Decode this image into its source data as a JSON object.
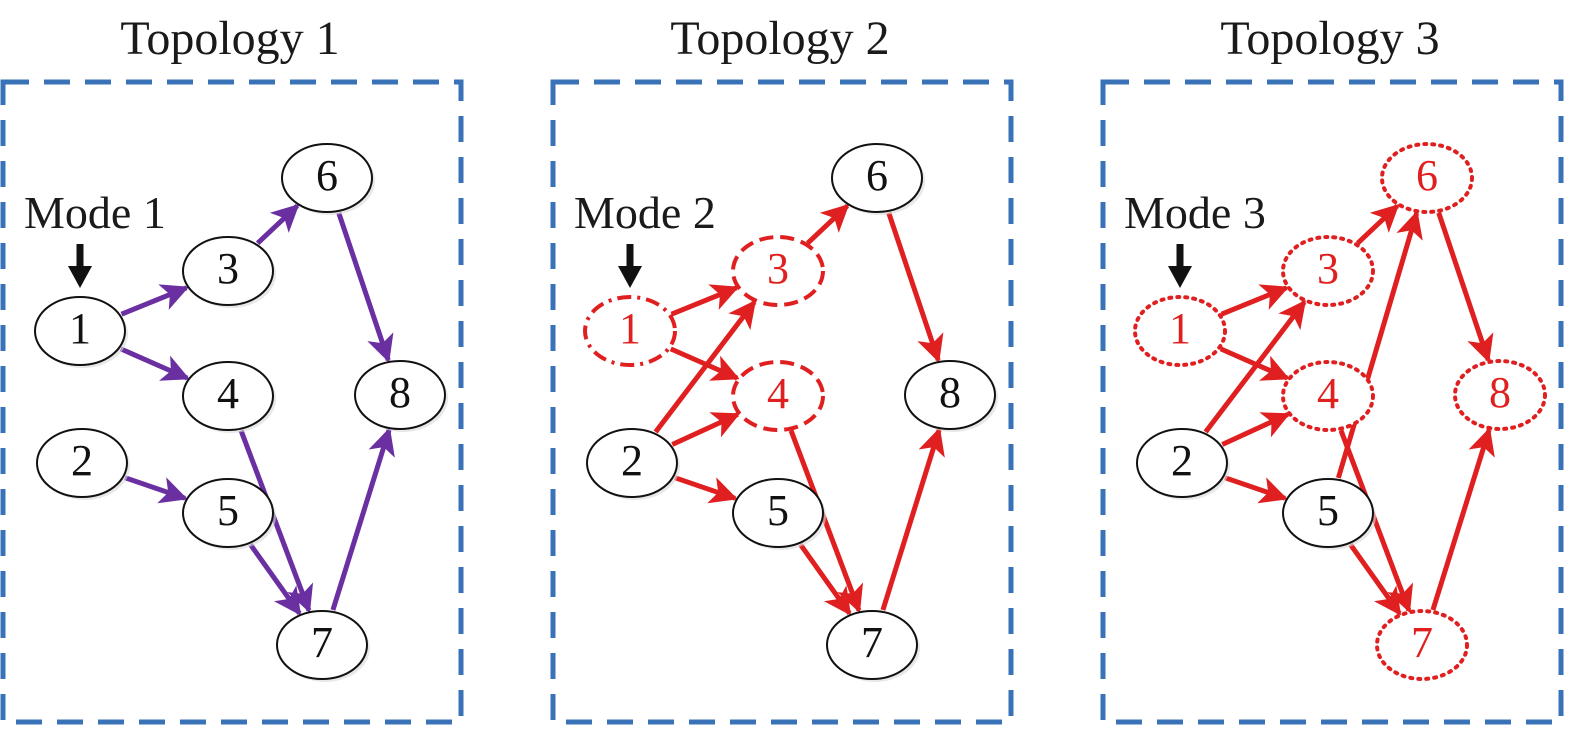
{
  "colors": {
    "frame": "#3a72b8",
    "purple": "#6a2fa0",
    "red": "#e02020",
    "black": "#111111",
    "node_fill": "#ffffff"
  },
  "icons": {
    "mode_marker": "down-arrow-icon"
  },
  "panels": [
    {
      "title": "Topology 1",
      "mode_label": "Mode 1",
      "edge_color": "purple",
      "nodes": [
        {
          "id": "1",
          "style": "solid"
        },
        {
          "id": "2",
          "style": "solid"
        },
        {
          "id": "3",
          "style": "solid"
        },
        {
          "id": "4",
          "style": "solid"
        },
        {
          "id": "5",
          "style": "solid"
        },
        {
          "id": "6",
          "style": "solid"
        },
        {
          "id": "7",
          "style": "solid"
        },
        {
          "id": "8",
          "style": "solid"
        }
      ],
      "edges": [
        [
          "1",
          "3"
        ],
        [
          "1",
          "4"
        ],
        [
          "2",
          "5"
        ],
        [
          "3",
          "6"
        ],
        [
          "4",
          "7"
        ],
        [
          "5",
          "7"
        ],
        [
          "6",
          "8"
        ],
        [
          "7",
          "8"
        ]
      ]
    },
    {
      "title": "Topology 2",
      "mode_label": "Mode 2",
      "edge_color": "red",
      "nodes": [
        {
          "id": "1",
          "style": "dashdot"
        },
        {
          "id": "2",
          "style": "solid"
        },
        {
          "id": "3",
          "style": "dashed"
        },
        {
          "id": "4",
          "style": "dashed"
        },
        {
          "id": "5",
          "style": "solid"
        },
        {
          "id": "6",
          "style": "solid"
        },
        {
          "id": "7",
          "style": "solid"
        },
        {
          "id": "8",
          "style": "solid"
        }
      ],
      "edges": [
        [
          "1",
          "3"
        ],
        [
          "1",
          "4"
        ],
        [
          "2",
          "3"
        ],
        [
          "2",
          "4"
        ],
        [
          "2",
          "5"
        ],
        [
          "3",
          "6"
        ],
        [
          "4",
          "7"
        ],
        [
          "5",
          "7"
        ],
        [
          "6",
          "8"
        ],
        [
          "7",
          "8"
        ]
      ]
    },
    {
      "title": "Topology 3",
      "mode_label": "Mode 3",
      "edge_color": "red",
      "nodes": [
        {
          "id": "1",
          "style": "dotted"
        },
        {
          "id": "2",
          "style": "solid"
        },
        {
          "id": "3",
          "style": "dotted"
        },
        {
          "id": "4",
          "style": "dotted"
        },
        {
          "id": "5",
          "style": "solid"
        },
        {
          "id": "6",
          "style": "dotted"
        },
        {
          "id": "7",
          "style": "dotted"
        },
        {
          "id": "8",
          "style": "dotted"
        }
      ],
      "edges": [
        [
          "1",
          "3"
        ],
        [
          "1",
          "4"
        ],
        [
          "2",
          "3"
        ],
        [
          "2",
          "4"
        ],
        [
          "2",
          "5"
        ],
        [
          "3",
          "6"
        ],
        [
          "4",
          "7"
        ],
        [
          "5",
          "6"
        ],
        [
          "5",
          "7"
        ],
        [
          "6",
          "8"
        ],
        [
          "7",
          "8"
        ]
      ]
    }
  ]
}
